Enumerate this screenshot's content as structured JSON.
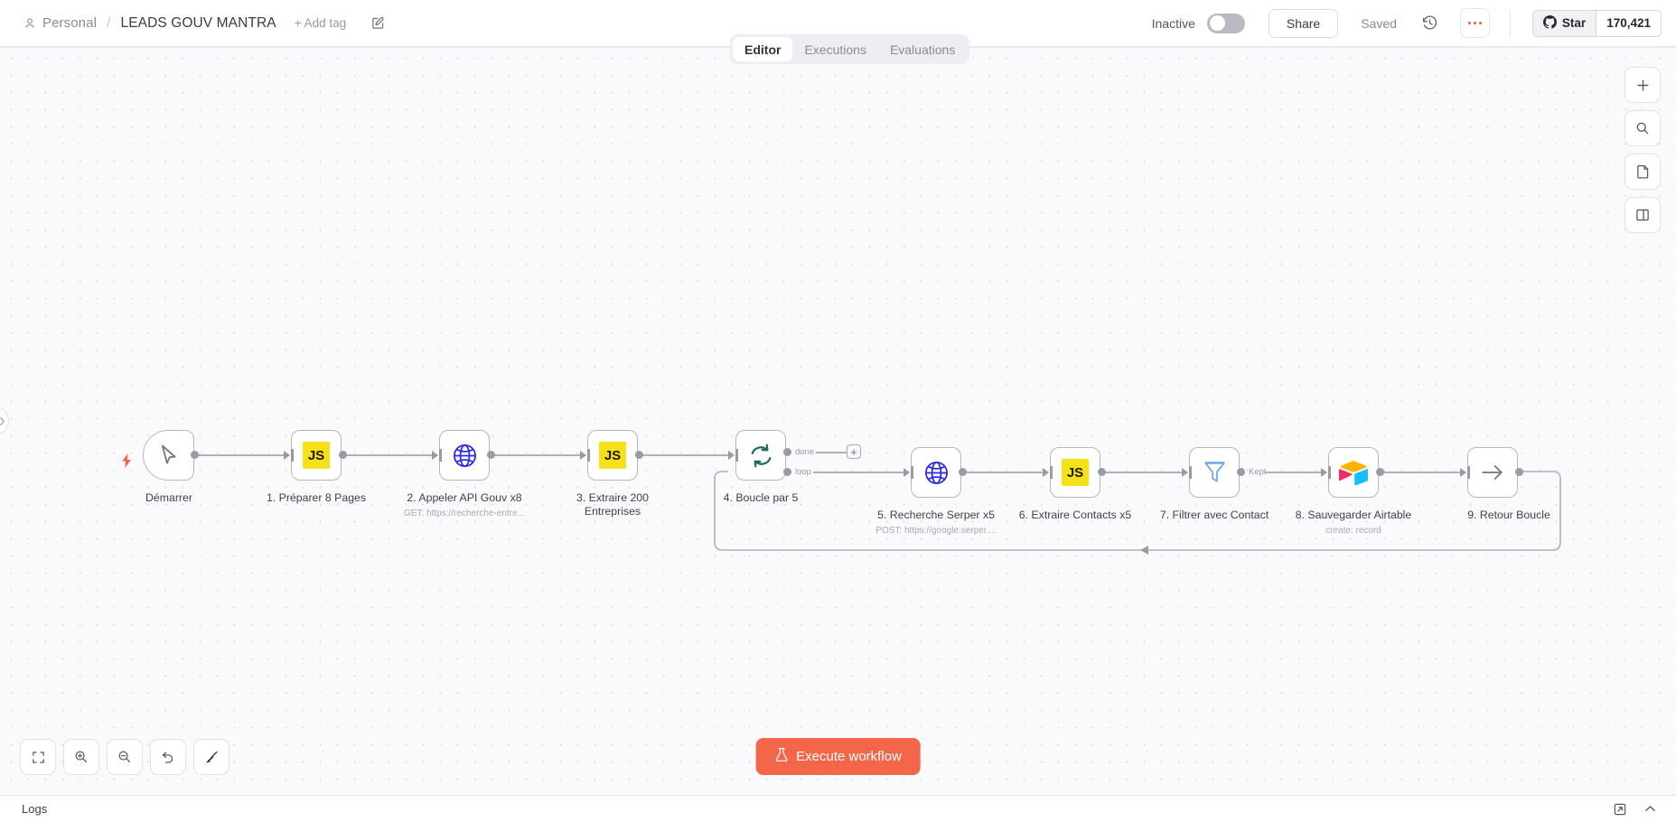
{
  "header": {
    "breadcrumb_owner": "Personal",
    "breadcrumb_separator": "/",
    "workflow_title": "LEADS GOUV MANTRA",
    "add_tag_label": "+ Add tag",
    "edit_icon": "edit-pencil-icon",
    "person_icon": "person-icon",
    "active_state_label": "Inactive",
    "share_label": "Share",
    "save_state_label": "Saved",
    "history_icon": "history-clock-icon",
    "more_menu_icon": "more-dots-icon",
    "github_star_label": "Star",
    "github_star_count": "170,421",
    "github_icon": "github-icon"
  },
  "tabs": [
    {
      "label": "Editor",
      "active": true
    },
    {
      "label": "Executions",
      "active": false
    },
    {
      "label": "Evaluations",
      "active": false
    }
  ],
  "canvas": {
    "left_panel_toggle_icon": "chevron-right-icon",
    "trigger_bolt_icon": "lightning-bolt-icon",
    "right_tools": [
      {
        "name": "add-node-button",
        "icon": "plus-icon"
      },
      {
        "name": "search-nodes-button",
        "icon": "search-icon"
      },
      {
        "name": "add-sticky-note-button",
        "icon": "note-icon"
      },
      {
        "name": "toggle-panel-button",
        "icon": "panel-icon"
      }
    ],
    "bottom_tools": [
      {
        "name": "zoom-to-fit-button",
        "icon": "fit-screen-icon"
      },
      {
        "name": "zoom-in-button",
        "icon": "zoom-in-icon"
      },
      {
        "name": "zoom-out-button",
        "icon": "zoom-out-icon"
      },
      {
        "name": "reset-zoom-button",
        "icon": "undo-icon"
      },
      {
        "name": "tidy-up-button",
        "icon": "broom-icon"
      }
    ],
    "execute_button_label": "Execute workflow",
    "execute_button_icon": "flask-icon",
    "execute_button_color": "#f4664a"
  },
  "nodes": [
    {
      "id": "n0",
      "label": "Démarrer",
      "sub": "",
      "icon": "cursor-pointer-icon",
      "type": "trigger"
    },
    {
      "id": "n1",
      "label": "1. Préparer 8 Pages",
      "sub": "",
      "icon": "js-icon",
      "type": "code"
    },
    {
      "id": "n2",
      "label": "2. Appeler API Gouv x8",
      "sub": "GET: https://recherche-entre...",
      "icon": "globe-icon",
      "type": "http"
    },
    {
      "id": "n3",
      "label": "3. Extraire 200\nEntreprises",
      "sub": "",
      "icon": "js-icon",
      "type": "code"
    },
    {
      "id": "n4",
      "label": "4. Boucle par 5",
      "sub": "",
      "icon": "loop-icon",
      "type": "splitInBatches"
    },
    {
      "id": "n5",
      "label": "5. Recherche Serper x5",
      "sub": "POST: https://google.serper....",
      "icon": "globe-icon",
      "type": "http"
    },
    {
      "id": "n6",
      "label": "6. Extraire Contacts x5",
      "sub": "",
      "icon": "js-icon",
      "type": "code"
    },
    {
      "id": "n7",
      "label": "7. Filtrer avec Contact",
      "sub": "",
      "icon": "filter-icon",
      "type": "filter"
    },
    {
      "id": "n8",
      "label": "8. Sauvegarder Airtable",
      "sub": "create: record",
      "icon": "airtable-icon",
      "type": "airtable"
    },
    {
      "id": "n9",
      "label": "9. Retour Boucle",
      "sub": "",
      "icon": "arrow-right-icon",
      "type": "noOp"
    }
  ],
  "connection_labels": {
    "loop_done": "done",
    "loop_loop": "loop",
    "filter_kept": "Kept",
    "add_node_stub": "+"
  },
  "logs": {
    "title": "Logs",
    "popout_icon": "popout-icon",
    "collapse_icon": "chevron-up-icon"
  }
}
